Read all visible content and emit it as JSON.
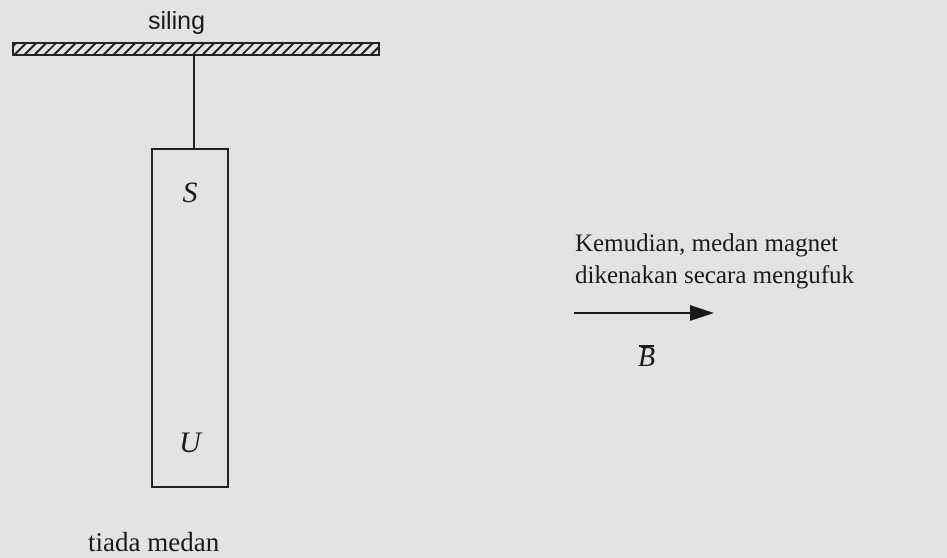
{
  "ceiling": {
    "label": "siling"
  },
  "magnet": {
    "pole_top": "S",
    "pole_bottom": "U"
  },
  "caption": {
    "no_field": "tiada medan"
  },
  "field_note": {
    "line1": "Kemudian, medan magnet",
    "line2": "dikenakan secara mengufuk",
    "symbol": "B"
  },
  "colors": {
    "ink": "#1a1a1a",
    "paper": "#e3e3e1"
  }
}
